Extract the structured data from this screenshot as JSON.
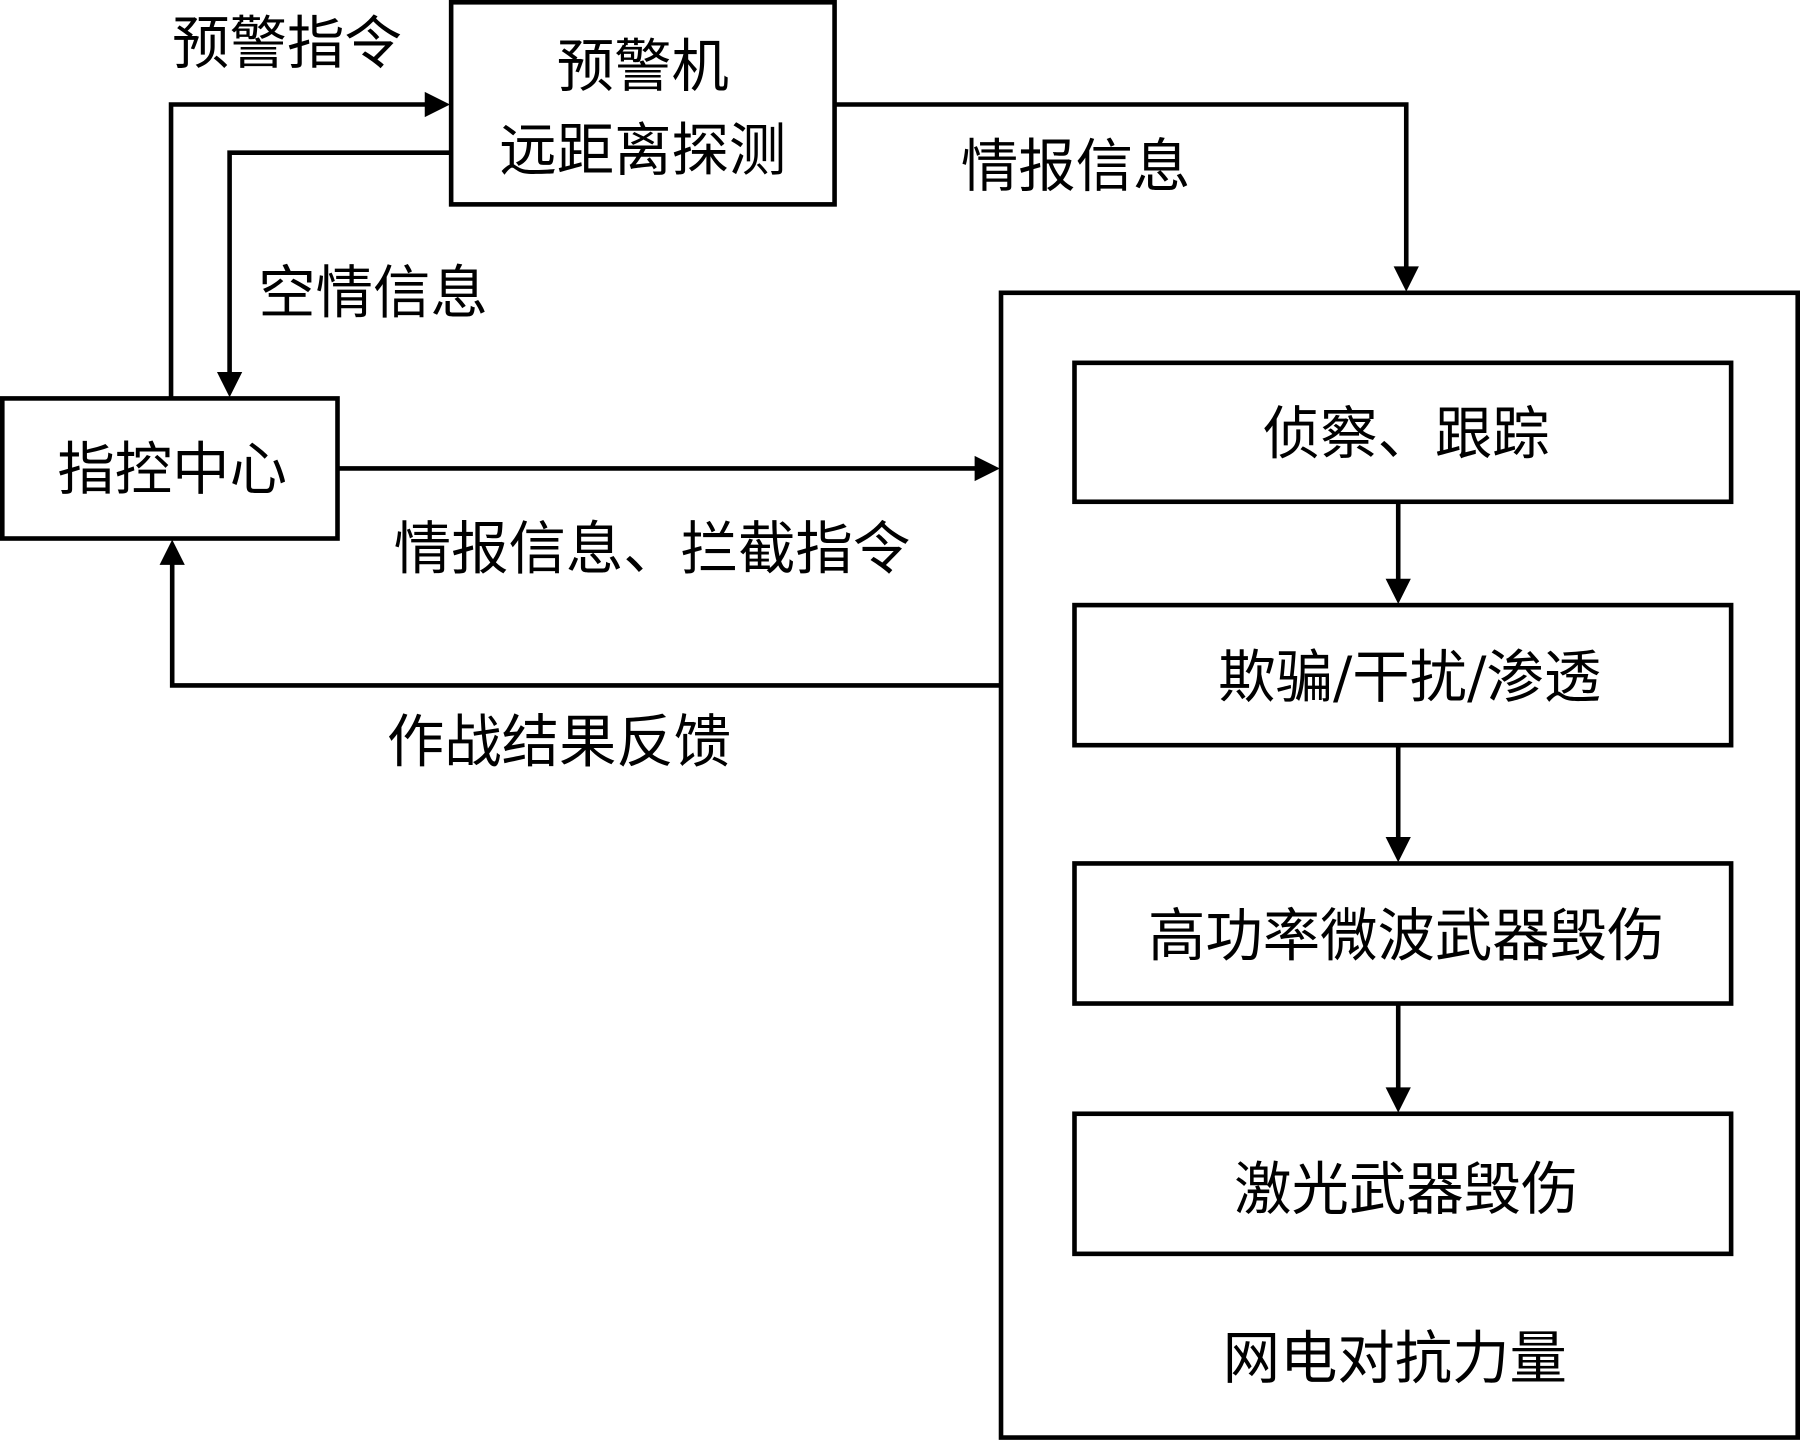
{
  "nodes": {
    "awacs": {
      "line1": "预警机",
      "line2": "远距离探测"
    },
    "command_center": {
      "label": "指控中心"
    },
    "ew_force": {
      "label": "网电对抗力量",
      "steps": [
        {
          "label": "侦察、跟踪"
        },
        {
          "label": "欺骗/干扰/渗透"
        },
        {
          "label": "高功率微波武器毁伤"
        },
        {
          "label": "激光武器毁伤"
        }
      ]
    }
  },
  "edges": {
    "warning_command": "预警指令",
    "air_situation": "空情信息",
    "intel_to_ew": "情报信息",
    "intel_intercept": "情报信息、拦截指令",
    "combat_feedback": "作战结果反馈"
  },
  "colors": {
    "stroke": "#000000",
    "background": "#ffffff"
  }
}
